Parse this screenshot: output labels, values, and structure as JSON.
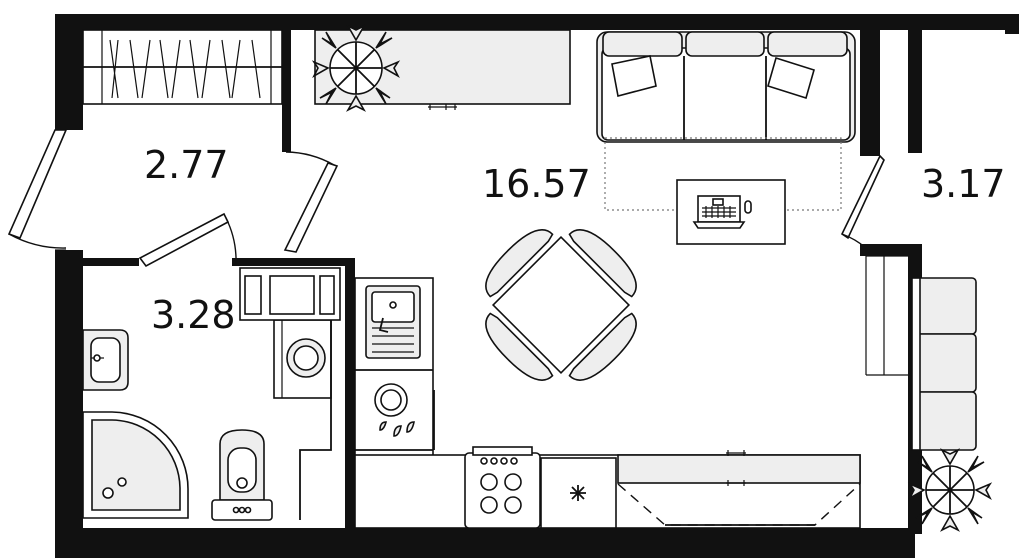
{
  "floor_plan": {
    "rooms": [
      {
        "id": "hallway",
        "area": "2.77"
      },
      {
        "id": "living-room",
        "area": "16.57"
      },
      {
        "id": "balcony",
        "area": "3.17"
      },
      {
        "id": "bathroom",
        "area": "3.28"
      }
    ]
  },
  "colors": {
    "wall": "#111111",
    "furniture_fill": "#eeeeee",
    "background": "#ffffff"
  }
}
